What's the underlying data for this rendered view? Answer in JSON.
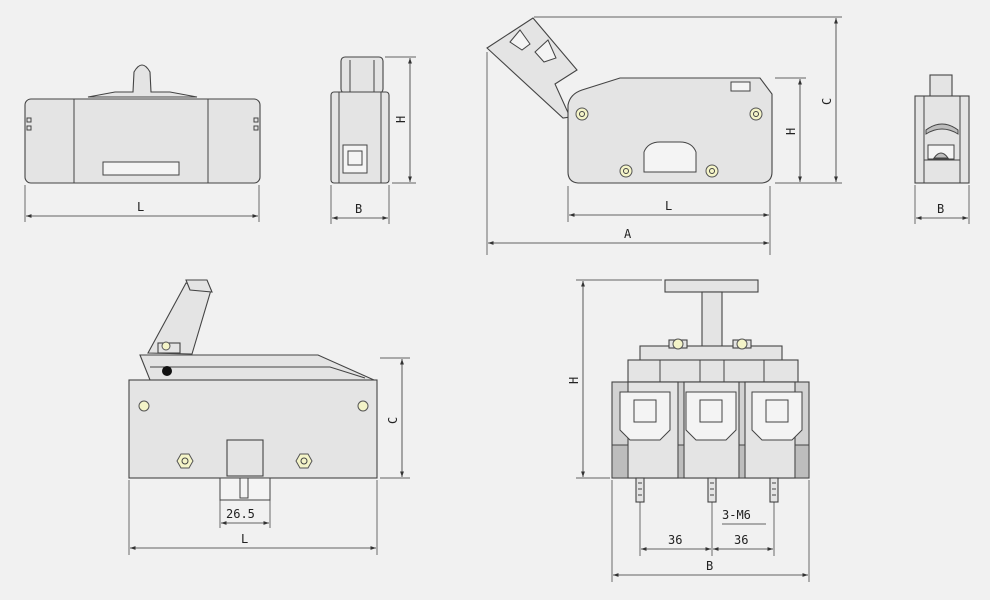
{
  "labels": {
    "front_view": {
      "length": "L"
    },
    "side_view": {
      "height": "H",
      "width": "B"
    },
    "open_view": {
      "height": "H",
      "total_height": "C",
      "length": "L",
      "total_length": "A"
    },
    "end_view": {
      "width": "B"
    },
    "lower_left_view": {
      "height": "C",
      "spacing": "26.5",
      "length": "L"
    },
    "lower_right_view": {
      "height": "H",
      "thread": "3-M6",
      "pitch_left": "36",
      "pitch_right": "36",
      "width": "B"
    }
  }
}
